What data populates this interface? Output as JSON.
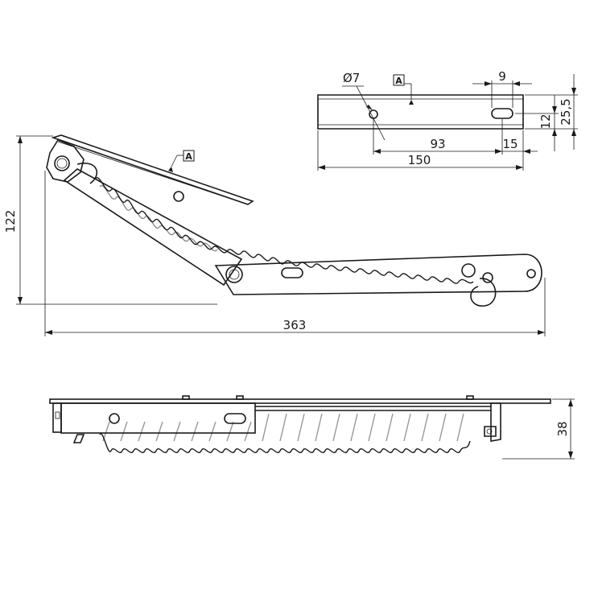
{
  "dimensions": {
    "height_total": "122",
    "length_total": "363",
    "height_side": "38",
    "hole_diameter": "Ø7",
    "slot_width": "9",
    "plate_height": "25,5",
    "slot_offset_vertical": "12",
    "hole_to_slot": "93",
    "slot_to_end": "15",
    "plate_length": "150"
  },
  "view_labels": {
    "detail_marker_main": "A",
    "detail_marker_plate": "A"
  },
  "colors": {
    "line": "#1a1a1a",
    "background": "#ffffff"
  }
}
